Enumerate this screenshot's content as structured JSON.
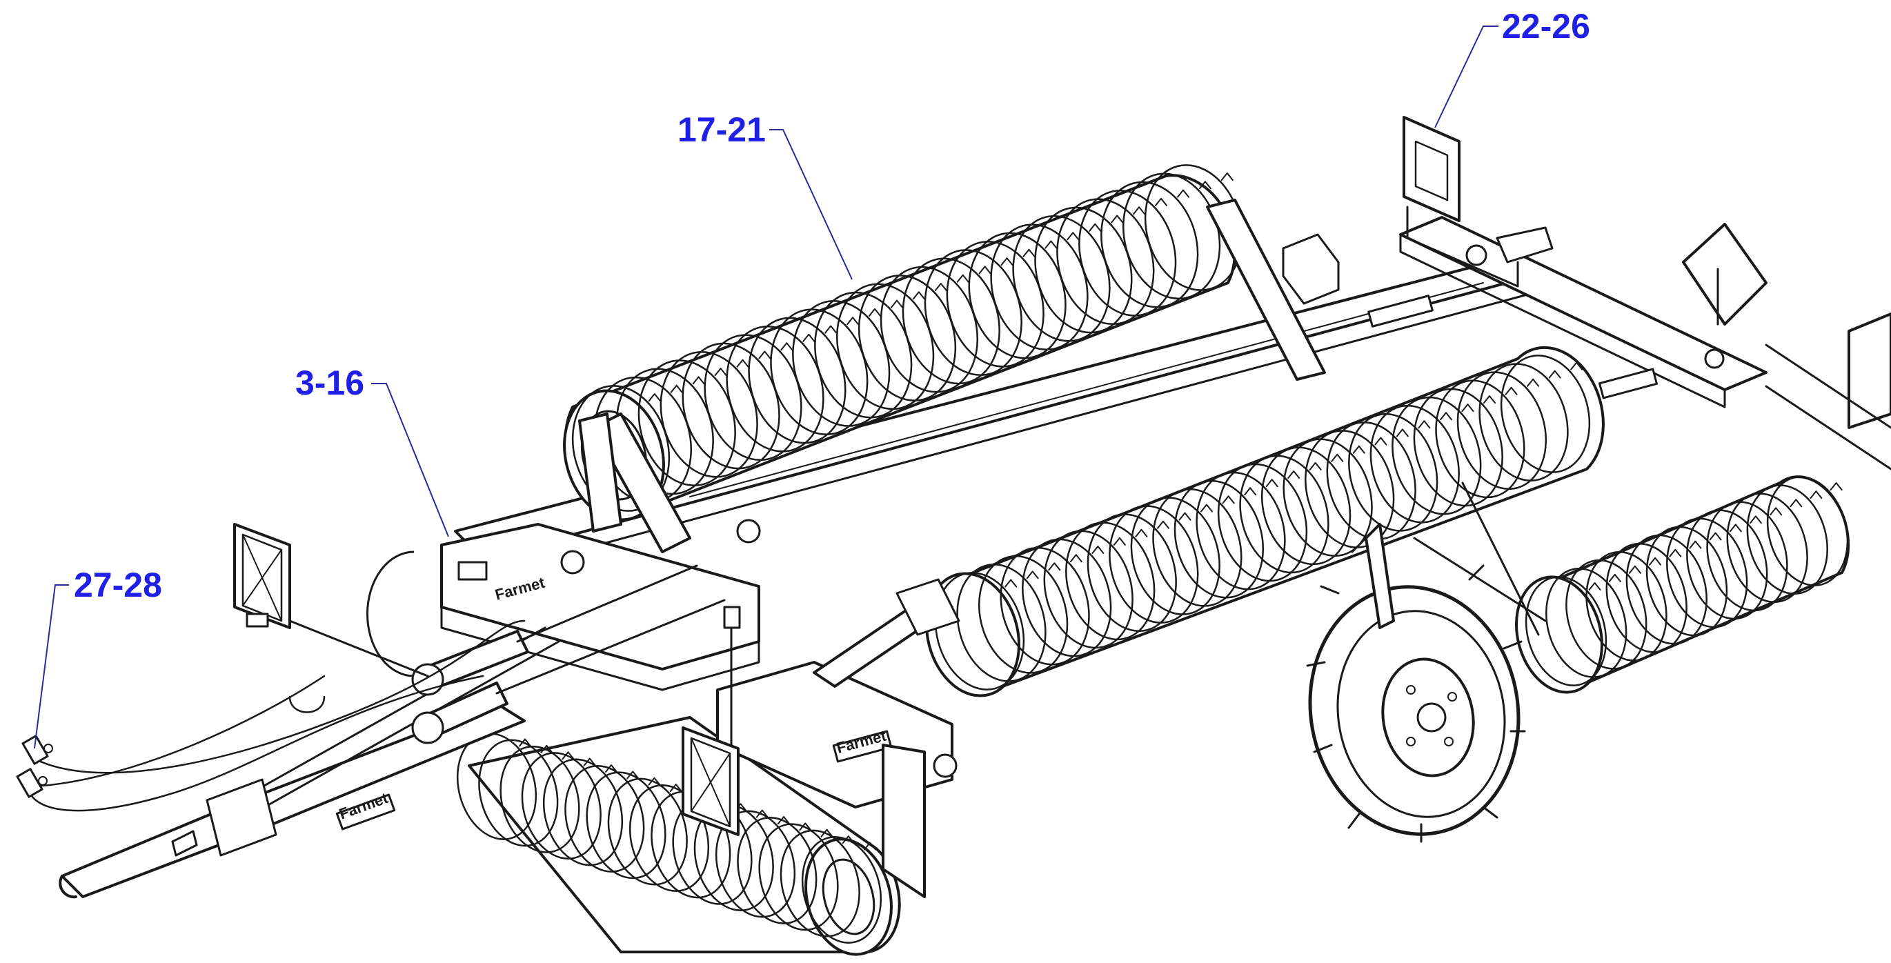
{
  "callouts": [
    {
      "id": "3-16",
      "label": "3-16"
    },
    {
      "id": "17-21",
      "label": "17-21"
    },
    {
      "id": "22-26",
      "label": "22-26"
    },
    {
      "id": "27-28",
      "label": "27-28"
    }
  ],
  "brand_labels": [
    "Farmet",
    "Farmet",
    "Farmet"
  ],
  "colors": {
    "callout_text": "#1f1fe6",
    "leader_line": "#2a2a9a",
    "drawing_ink": "#1a1a1a",
    "background": "#ffffff"
  }
}
